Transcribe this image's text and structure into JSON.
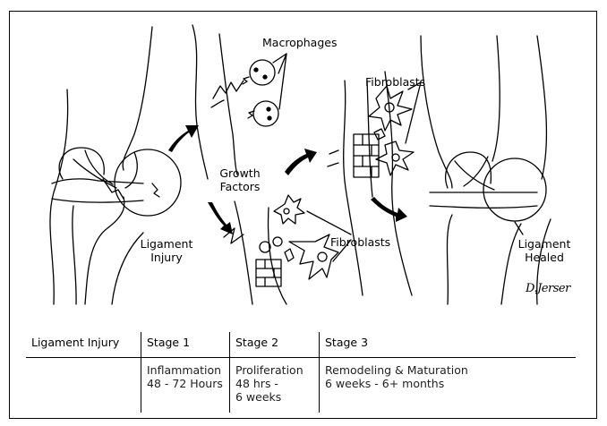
{
  "labels": {
    "macrophages": "Macrophages",
    "fibroblasts_top": "Fibroblasts",
    "growth_factors_line1": "Growth",
    "growth_factors_line2": "Factors",
    "fibroblasts_mid": "Fibroblasts",
    "ligament_injury_line1": "Ligament",
    "ligament_injury_line2": "Injury",
    "ligament_healed_line1": "Ligament",
    "ligament_healed_line2": "Healed"
  },
  "signature": "D.Jerser",
  "table": {
    "headers": [
      "Ligament Injury",
      "Stage 1",
      "Stage 2",
      "Stage 3"
    ],
    "rows": [
      {
        "stage1": [
          "Inflammation",
          "48 - 72 Hours"
        ],
        "stage2": [
          "Proliferation",
          "48 hrs -",
          "6 weeks"
        ],
        "stage3": [
          "Remodeling & Maturation",
          "6 weeks - 6+ months"
        ]
      }
    ]
  },
  "colors": {
    "line": "#000000",
    "background": "#ffffff"
  }
}
